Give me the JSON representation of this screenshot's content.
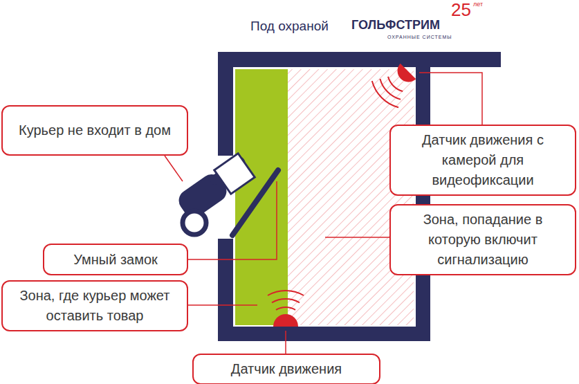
{
  "diagram": {
    "title": "Под охраной",
    "nodes": [
      {
        "text": [
          "Курьер не входит в дом"
        ]
      },
      {
        "text": [
          "Датчик движения с камерой для видеофиксации"
        ]
      },
      {
        "text": [
          "Зона, попадание в которую включит сигнализацию"
        ]
      },
      {
        "text": [
          "Умный замок"
        ]
      },
      {
        "text": [
          "Зона, где курьер может оставить товар"
        ]
      },
      {
        "text": [
          "Датчик движения"
        ]
      }
    ],
    "labels": [
      "ГОЛЬФСТРИМ",
      "ОХРАННЫЕ СИСТЕМЫ",
      "25",
      "лет"
    ]
  }
}
